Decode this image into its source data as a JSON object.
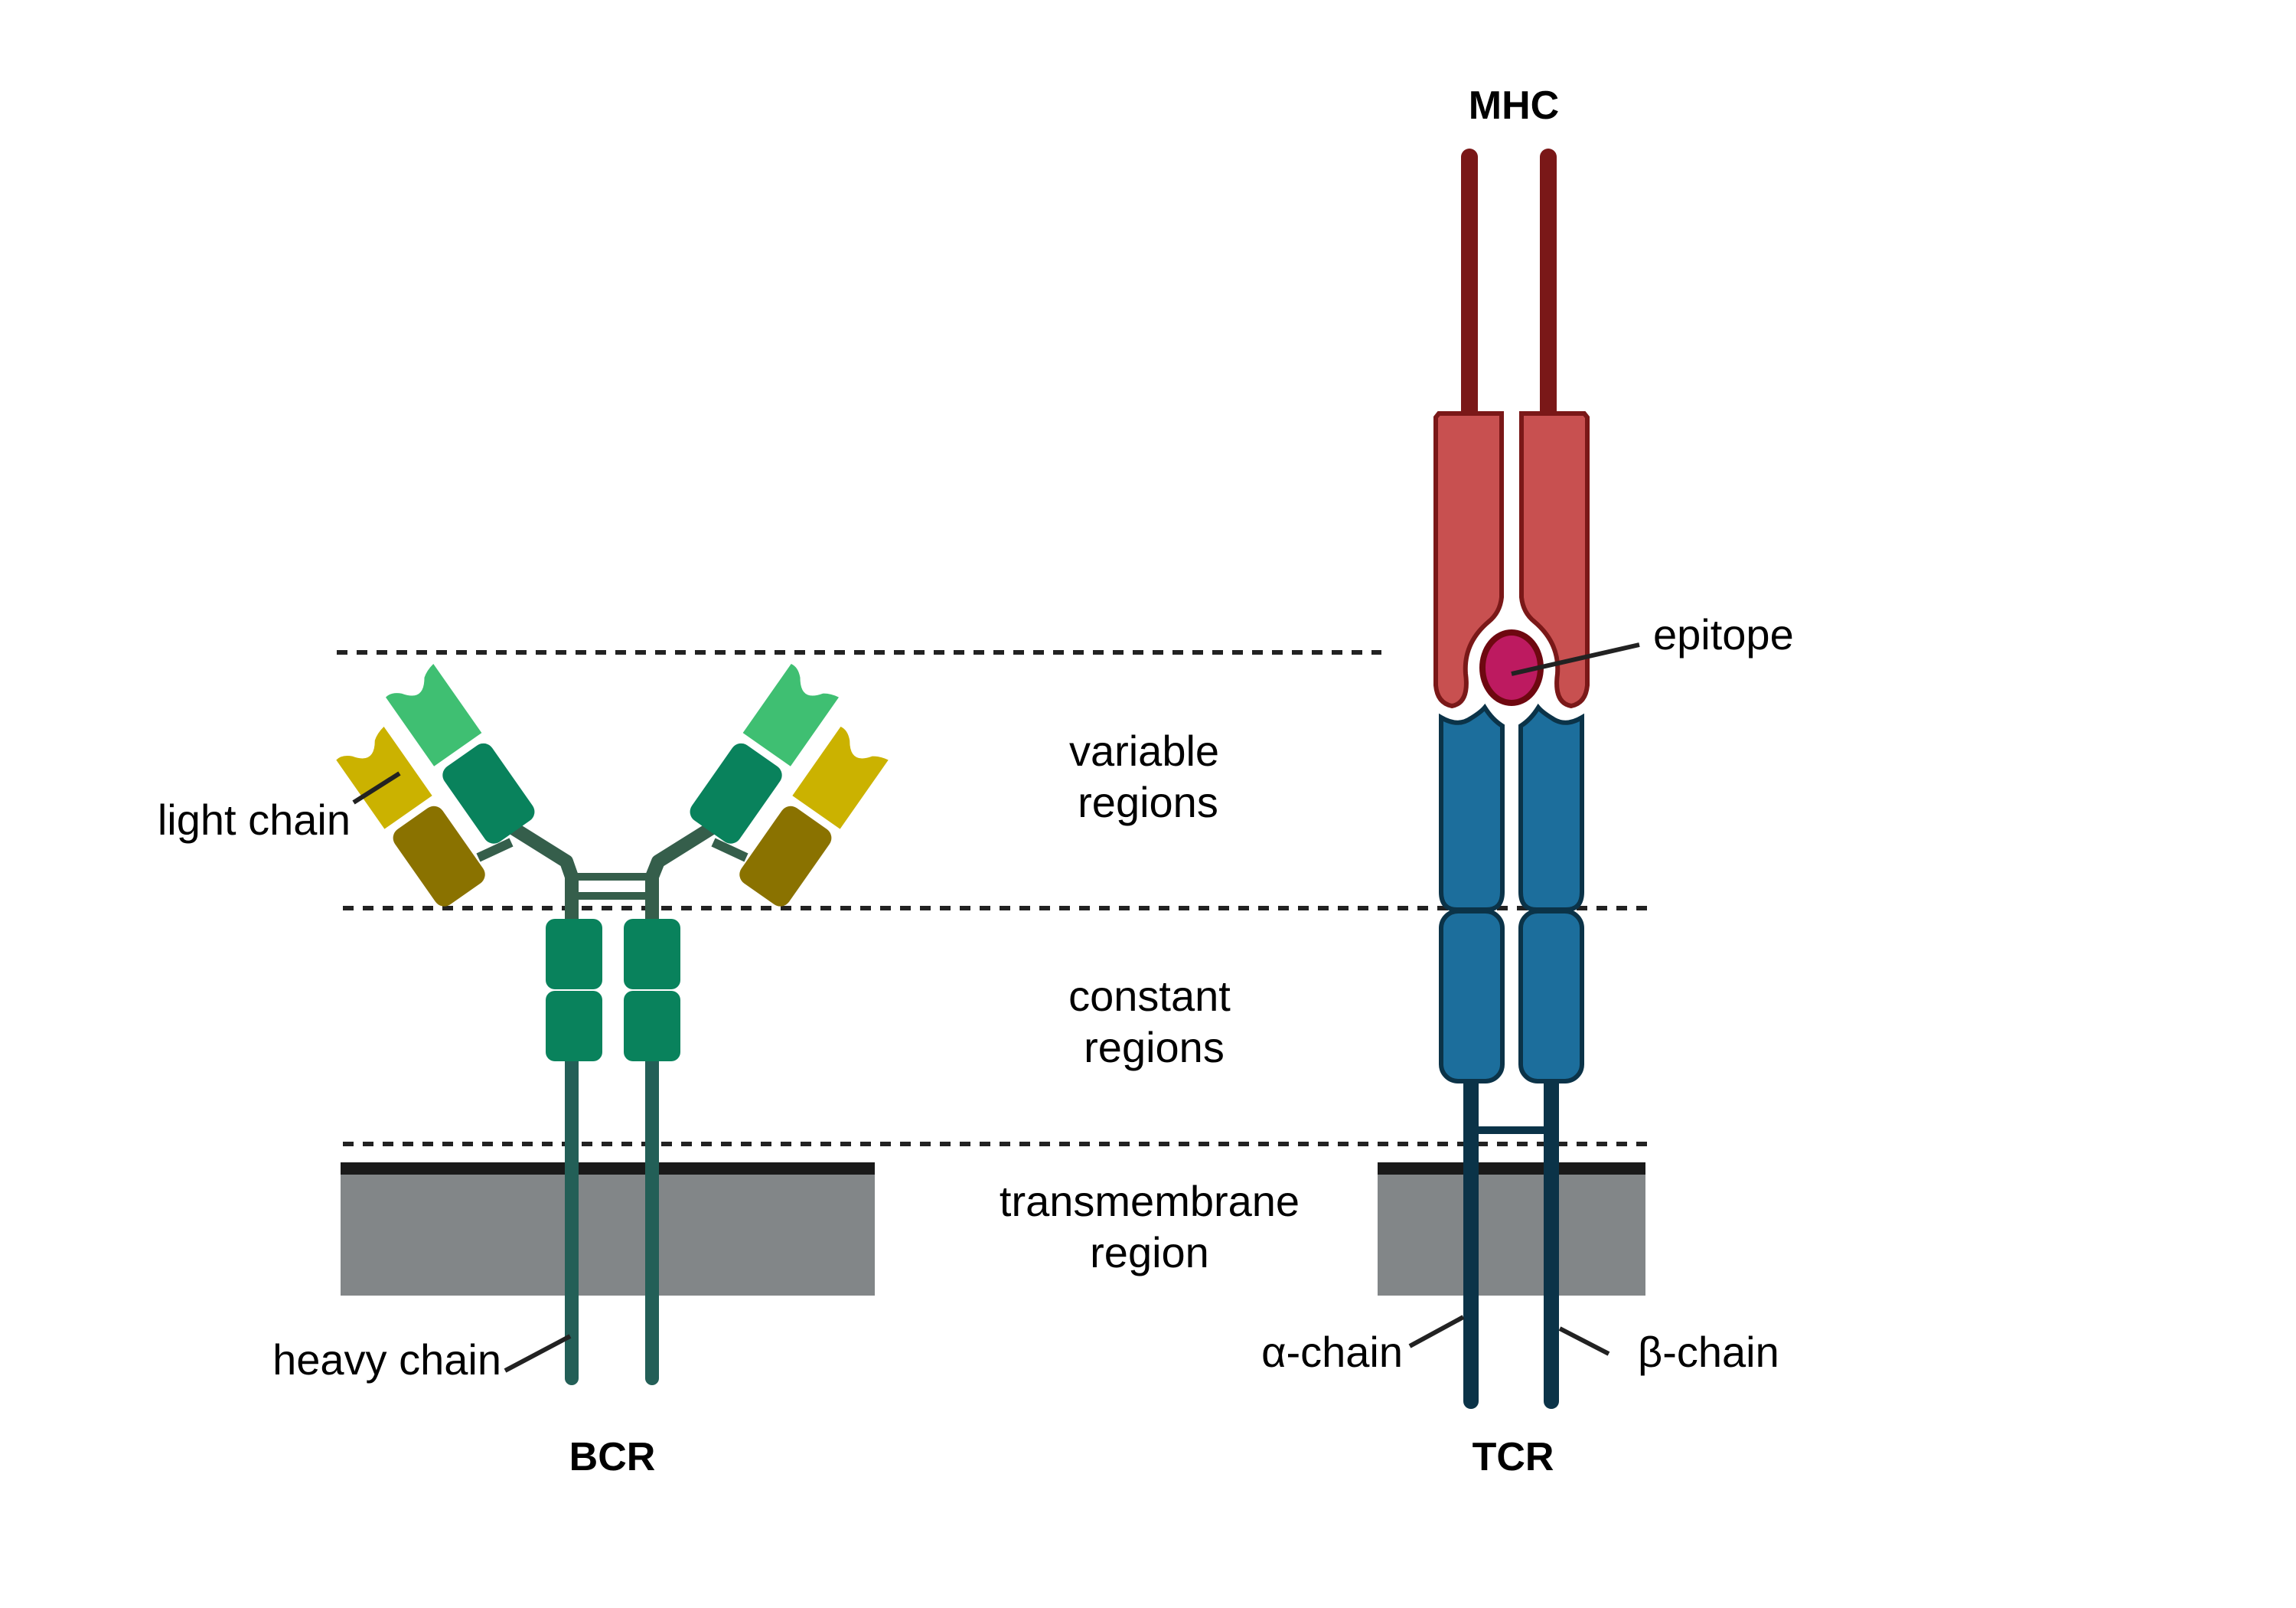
{
  "diagram": {
    "colors": {
      "heavy_variable": "#3fbf72",
      "heavy_constant": "#09825c",
      "heavy_stem": "#355e4b",
      "heavy_stem_lower": "#235f57",
      "light_variable": "#cbb200",
      "light_constant": "#8a7200",
      "mhc_fill": "#c85050",
      "mhc_stroke": "#7a1818",
      "epitope_fill": "#bd1a60",
      "epitope_stroke": "#6e0810",
      "tcr_fill": "#1c6e9c",
      "tcr_stroke": "#0b3348",
      "membrane_gray": "#828688",
      "membrane_top": "#1a1a1a",
      "dash": "#222222",
      "leader": "#222222"
    },
    "titles": {
      "bcr": "BCR",
      "tcr": "TCR",
      "mhc": "MHC"
    },
    "region_labels": {
      "variable": [
        "variable",
        "regions"
      ],
      "constant": [
        "constant",
        "regions"
      ],
      "transmembrane": [
        "transmembrane",
        "region"
      ]
    },
    "callouts": {
      "light_chain": "light chain",
      "heavy_chain": "heavy chain",
      "epitope": "epitope",
      "alpha_chain": "α-chain",
      "beta_chain": "β-chain"
    }
  }
}
